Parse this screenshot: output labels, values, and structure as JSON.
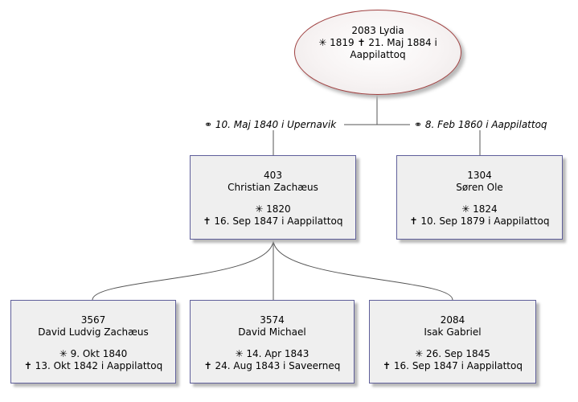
{
  "root": {
    "id": "2083",
    "name": "Lydia",
    "birth": "✳ 1819",
    "death": "✝ 21. Maj 1884 i  Aappilattoq"
  },
  "marriages": [
    {
      "text": "⚭ 10. Maj 1840 i  Upernavik"
    },
    {
      "text": "⚭ 8. Feb 1860 i  Aappilattoq"
    }
  ],
  "spouses": [
    {
      "id": "403",
      "name": "Christian Zachæus",
      "birth": "✳ 1820",
      "death": "✝ 16. Sep 1847 i  Aappilattoq"
    },
    {
      "id": "1304",
      "name": "Søren Ole",
      "birth": "✳ 1824",
      "death": "✝ 10. Sep 1879 i  Aappilattoq"
    }
  ],
  "children": [
    {
      "id": "3567",
      "name": "David Ludvig Zachæus",
      "birth": "✳ 9. Okt 1840",
      "death": "✝ 13. Okt 1842 i  Aappilattoq"
    },
    {
      "id": "3574",
      "name": "David Michael",
      "birth": "✳ 14. Apr 1843",
      "death": "✝ 24. Aug 1843 i  Saveerneq"
    },
    {
      "id": "2084",
      "name": "Isak Gabriel",
      "birth": "✳ 26. Sep 1845",
      "death": "✝ 16. Sep 1847 i  Aappilattoq"
    }
  ]
}
